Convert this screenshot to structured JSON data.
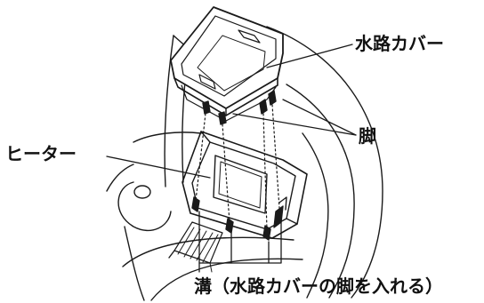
{
  "labels": {
    "water_channel_cover": "水路カバー",
    "legs": "脚",
    "heater": "ヒーター",
    "groove": "溝（水路カバーの脚を入れる）"
  }
}
